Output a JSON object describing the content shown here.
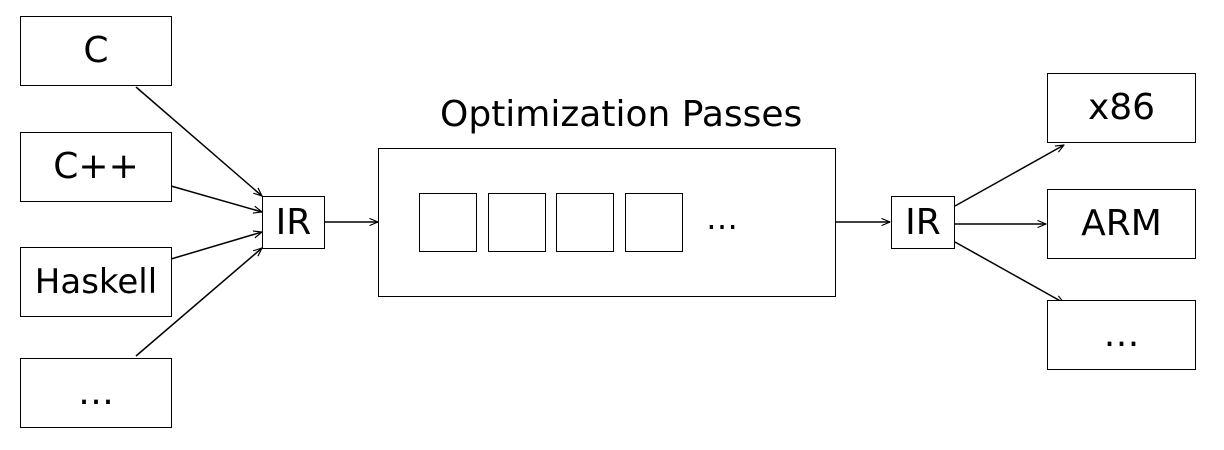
{
  "diagram": {
    "title": "Optimization Passes",
    "sources": [
      "C",
      "C++",
      "Haskell",
      "…"
    ],
    "ir_in": "IR",
    "ir_out": "IR",
    "passes_ellipsis": "…",
    "targets": [
      "x86",
      "ARM",
      "…"
    ]
  },
  "colors": {
    "stroke": "#000000",
    "background": "#ffffff"
  }
}
